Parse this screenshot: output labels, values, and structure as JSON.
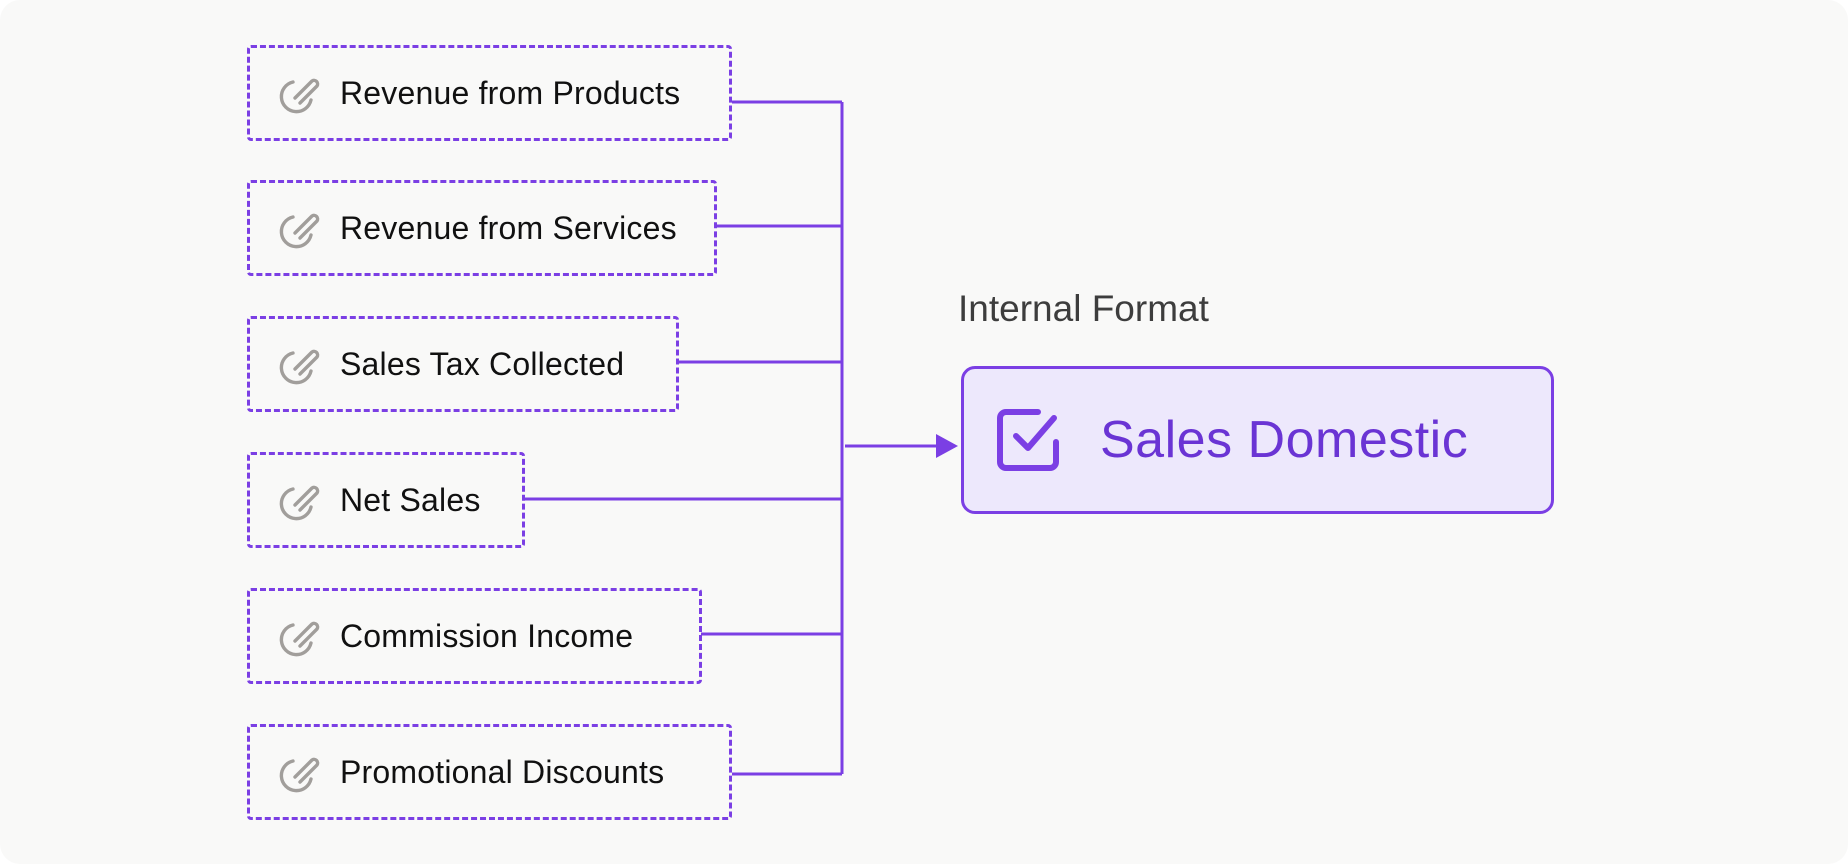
{
  "sources": [
    {
      "label": "Revenue from Products",
      "icon": "link-icon"
    },
    {
      "label": "Revenue from Services",
      "icon": "link-icon"
    },
    {
      "label": "Sales Tax Collected",
      "icon": "link-icon"
    },
    {
      "label": "Net Sales",
      "icon": "link-icon"
    },
    {
      "label": "Commission Income",
      "icon": "link-icon"
    },
    {
      "label": "Promotional Discounts",
      "icon": "link-icon"
    }
  ],
  "target": {
    "section_label": "Internal Format",
    "label": "Sales Domestic",
    "icon": "checkbox-icon"
  },
  "colors": {
    "accent": "#7b3fe4",
    "target_fill": "#ede8fc",
    "target_text": "#6a34d4",
    "icon_gray": "#a19e9b",
    "background": "#f9f9f8"
  }
}
